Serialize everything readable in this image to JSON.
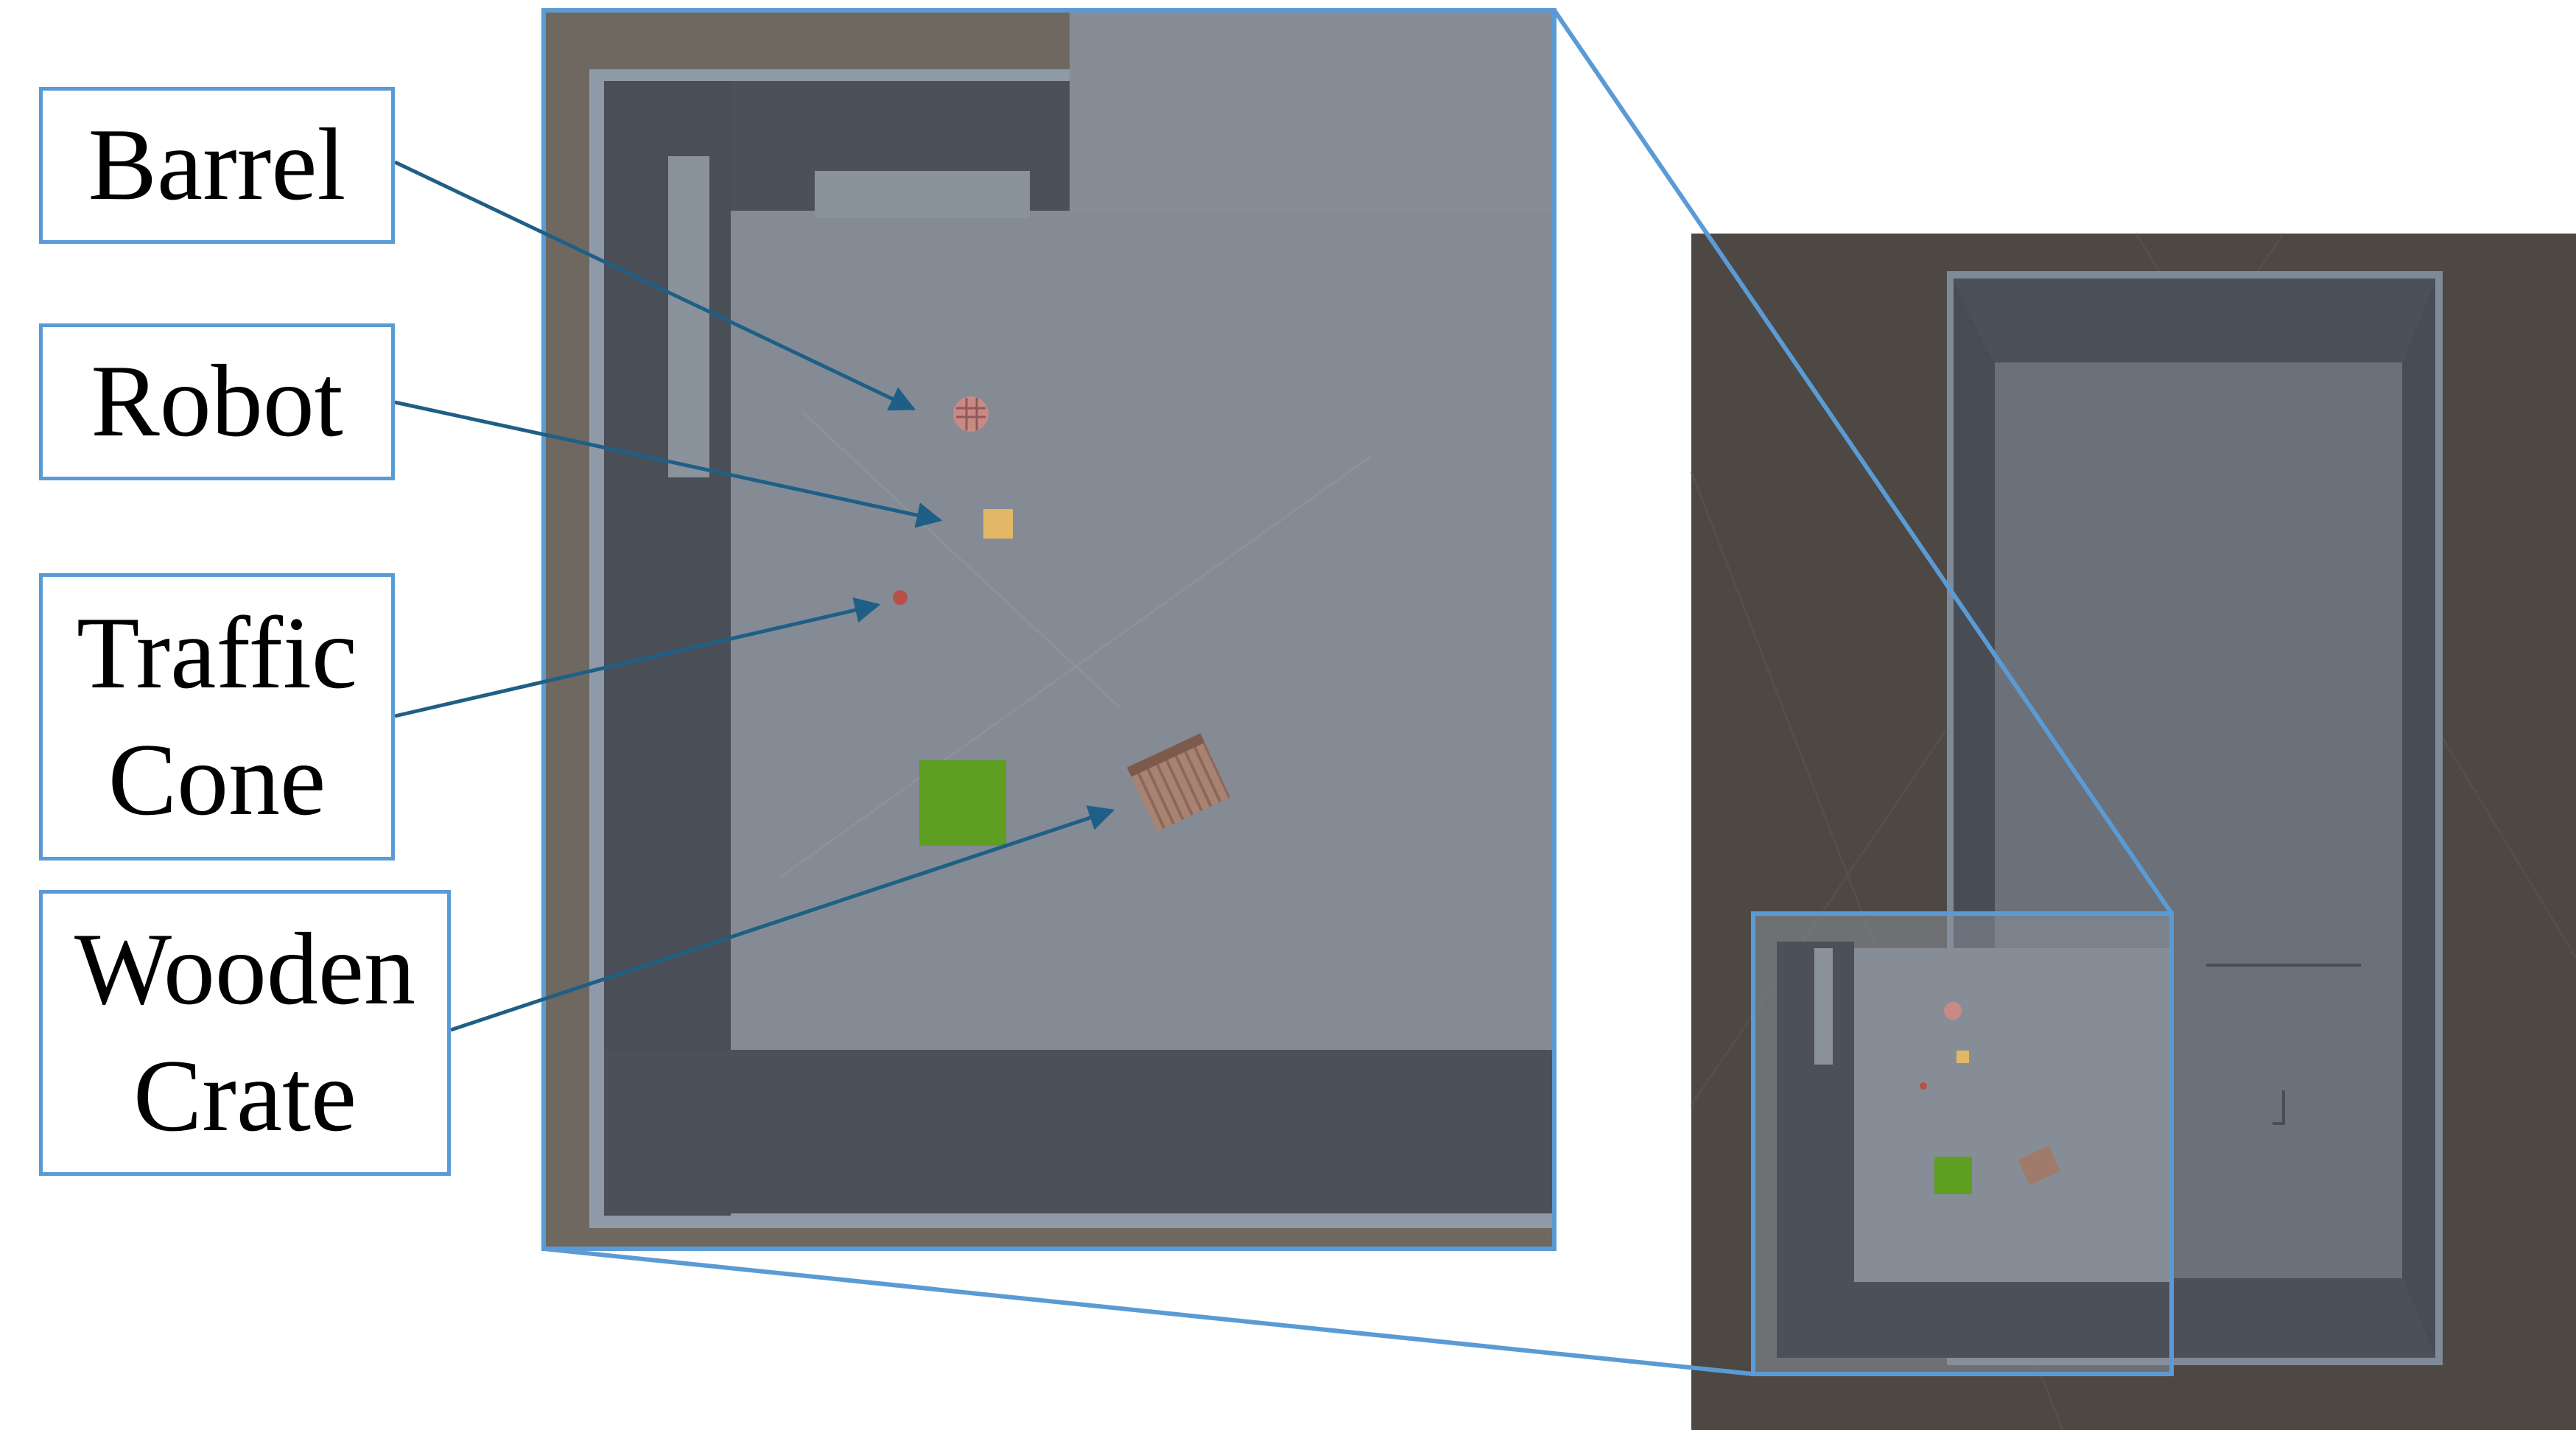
{
  "labels": {
    "barrel": "Barrel",
    "robot": "Robot",
    "traffic_cone": "Traffic\nCone",
    "wooden_crate": "Wooden\nCrate"
  },
  "colors": {
    "frame_accent": "#5b9bd5",
    "leader_line": "#1f5f86",
    "ground_dark": "#4d4844",
    "floor": "#848b95",
    "wall_top": "#8e9aa8",
    "wall_face": "#4c5059",
    "robot": "#e2b765",
    "green_tile": "#5e9e21",
    "barrel": "#c98a86",
    "crate": "#a07b6b",
    "traffic_cone": "#b8504a"
  }
}
